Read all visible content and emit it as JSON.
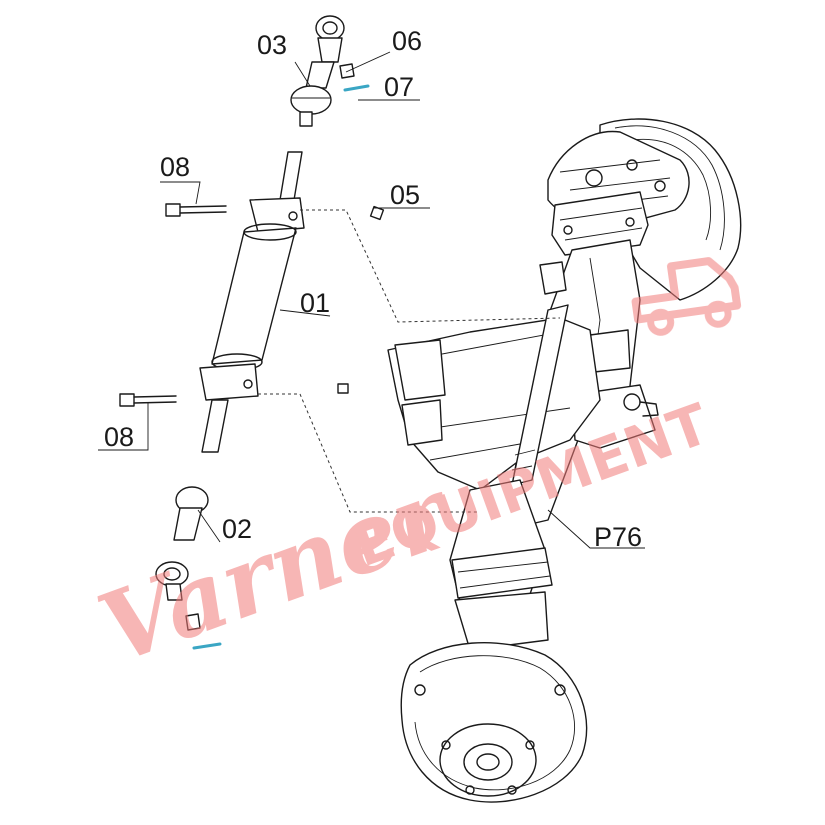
{
  "callouts": {
    "c01": "01",
    "c02": "02",
    "c03": "03",
    "c05": "05",
    "c06": "06",
    "c07": "07",
    "c08a": "08",
    "c08b": "08",
    "p76": "P76"
  },
  "watermark": {
    "script_text": "Varner",
    "block_text": "EQUIPMENT"
  },
  "colors": {
    "line": "#1a1a1a",
    "watermark": "#f07a78",
    "highlight_green": "#7fd16a",
    "highlight_cyan": "#3aa6c4"
  }
}
